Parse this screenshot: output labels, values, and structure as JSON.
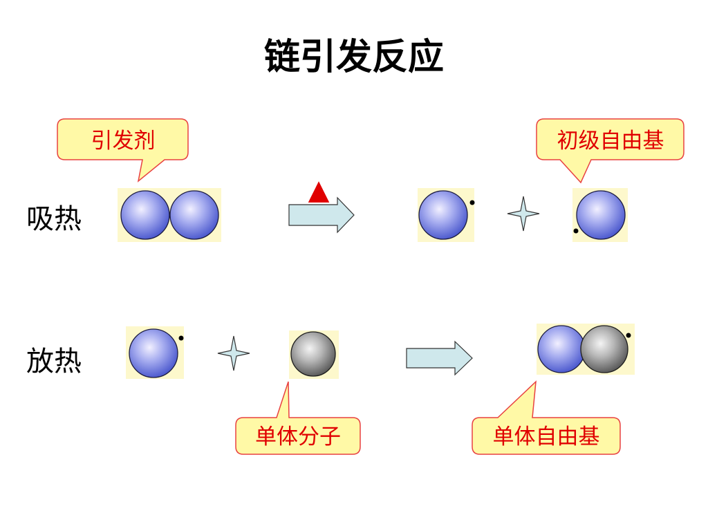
{
  "title": "链引发反应",
  "rows": {
    "endothermic": "吸热",
    "exothermic": "放热"
  },
  "callouts": {
    "initiator": "引发剂",
    "primary_radical": "初级自由基",
    "monomer": "单体分子",
    "monomer_radical": "单体自由基"
  },
  "heat_symbol": "▲",
  "colors": {
    "callout_fill": "#fff9a6",
    "callout_border": "#e84040",
    "callout_text": "#e00000",
    "arrow_fill": "#cfe8ec",
    "heat_symbol": "#e00000",
    "molecule_bg": "#fdf8cc",
    "atom_blue": "#5a6ad6",
    "atom_gray": "#6e6e6e"
  }
}
